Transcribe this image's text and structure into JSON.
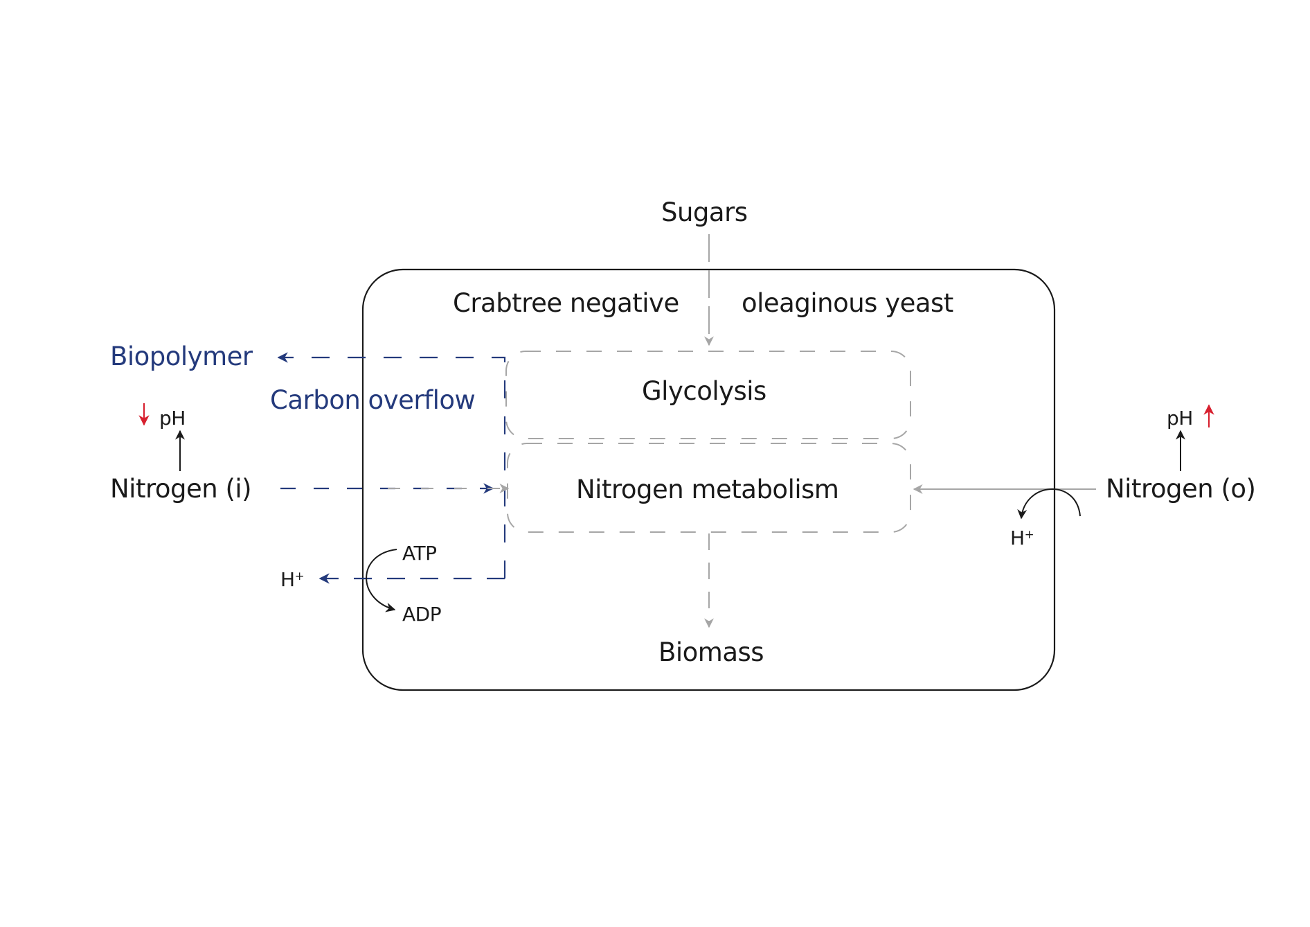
{
  "colors": {
    "text": "#1a1a1a",
    "blue_path": "#243a7c",
    "gray_path": "#a6a6a6",
    "red_indicator": "#d7202f",
    "cell_border": "#1a1a1a"
  },
  "labels": {
    "sugars": "Sugars",
    "crabtree": "Crabtree negative",
    "oleaginous": "oleaginous yeast",
    "glycolysis": "Glycolysis",
    "nitrogen_metabolism": "Nitrogen metabolism",
    "biomass": "Biomass",
    "biopolymer": "Biopolymer",
    "carbon_overflow": "Carbon overflow",
    "nitrogen_i": "Nitrogen (i)",
    "nitrogen_o": "Nitrogen (o)",
    "ph_left": "pH",
    "ph_right": "pH",
    "atp": "ATP",
    "adp": "ADP",
    "h_left": "H",
    "h_right": "H",
    "plus": "+"
  },
  "indicators": {
    "ph_left_direction": "down",
    "ph_right_direction": "up"
  }
}
